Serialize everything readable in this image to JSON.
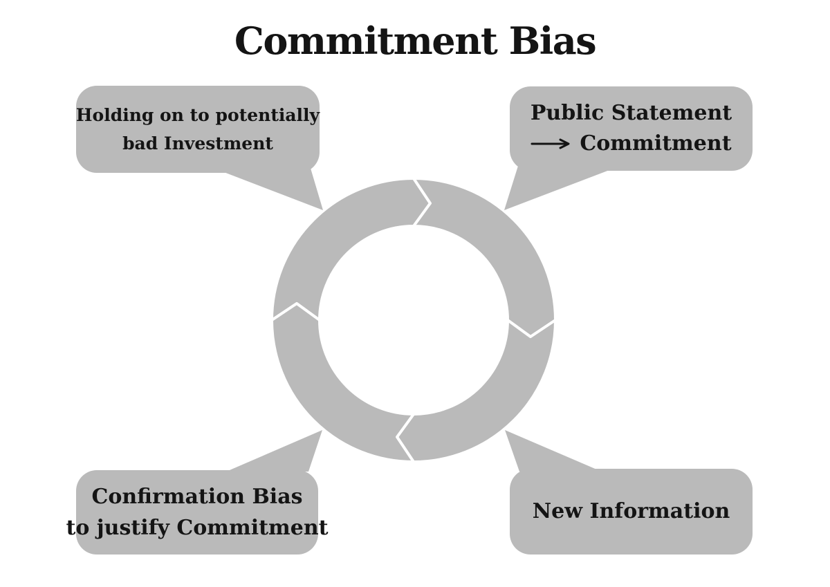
{
  "title": "Commitment Bias",
  "colors": {
    "shape_gray": "#bababa",
    "text": "#141414",
    "background": "#ffffff",
    "segment_gap": "#ffffff"
  },
  "cycle": {
    "type": "circular-cycle",
    "direction": "clockwise",
    "segment_count": 4
  },
  "boxes": {
    "top_left": {
      "lines": [
        "Holding on to potentially",
        "bad Investment"
      ]
    },
    "top_right": {
      "lines": [
        "Public Statement",
        "Commitment"
      ],
      "arrow_icon": "right-arrow-icon"
    },
    "bottom_left": {
      "lines": [
        "Confirmation Bias",
        "to justify Commitment"
      ]
    },
    "bottom_right": {
      "lines": [
        "New Information"
      ]
    }
  }
}
